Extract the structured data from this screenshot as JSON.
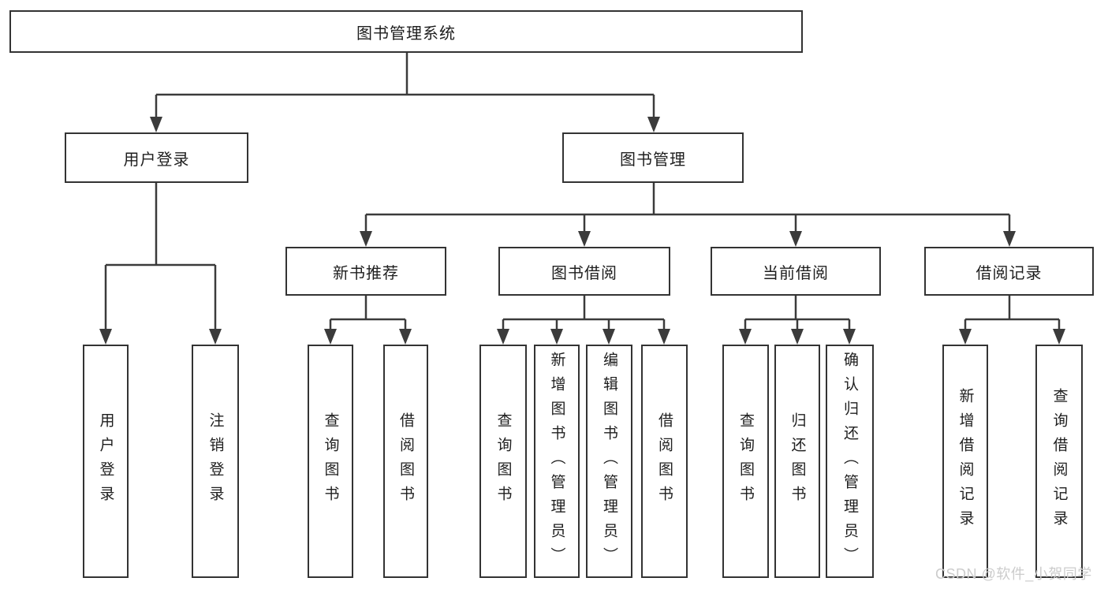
{
  "diagram": {
    "root": {
      "label": "图书管理系统"
    },
    "branches": [
      {
        "label": "用户登录",
        "children": [
          {
            "label": "用户登录"
          },
          {
            "label": "注销登录"
          }
        ]
      },
      {
        "label": "图书管理",
        "children": [
          {
            "label": "新书推荐",
            "children": [
              {
                "label": "查询图书"
              },
              {
                "label": "借阅图书"
              }
            ]
          },
          {
            "label": "图书借阅",
            "children": [
              {
                "label": "查询图书"
              },
              {
                "label": "新增图书（管理员）"
              },
              {
                "label": "编辑图书（管理员）"
              },
              {
                "label": "借阅图书"
              }
            ]
          },
          {
            "label": "当前借阅",
            "children": [
              {
                "label": "查询图书"
              },
              {
                "label": "归还图书"
              },
              {
                "label": "确认归还（管理员）"
              }
            ]
          },
          {
            "label": "借阅记录",
            "children": [
              {
                "label": "新增借阅记录"
              },
              {
                "label": "查询借阅记录"
              }
            ]
          }
        ]
      }
    ]
  },
  "watermark": {
    "text": "CSDN @软件_小贺同学"
  },
  "colors": {
    "line": "#3b3b3b",
    "box_border": "#333333",
    "text": "#1e1e1e",
    "watermark": "#cccccc",
    "background": "#ffffff"
  }
}
